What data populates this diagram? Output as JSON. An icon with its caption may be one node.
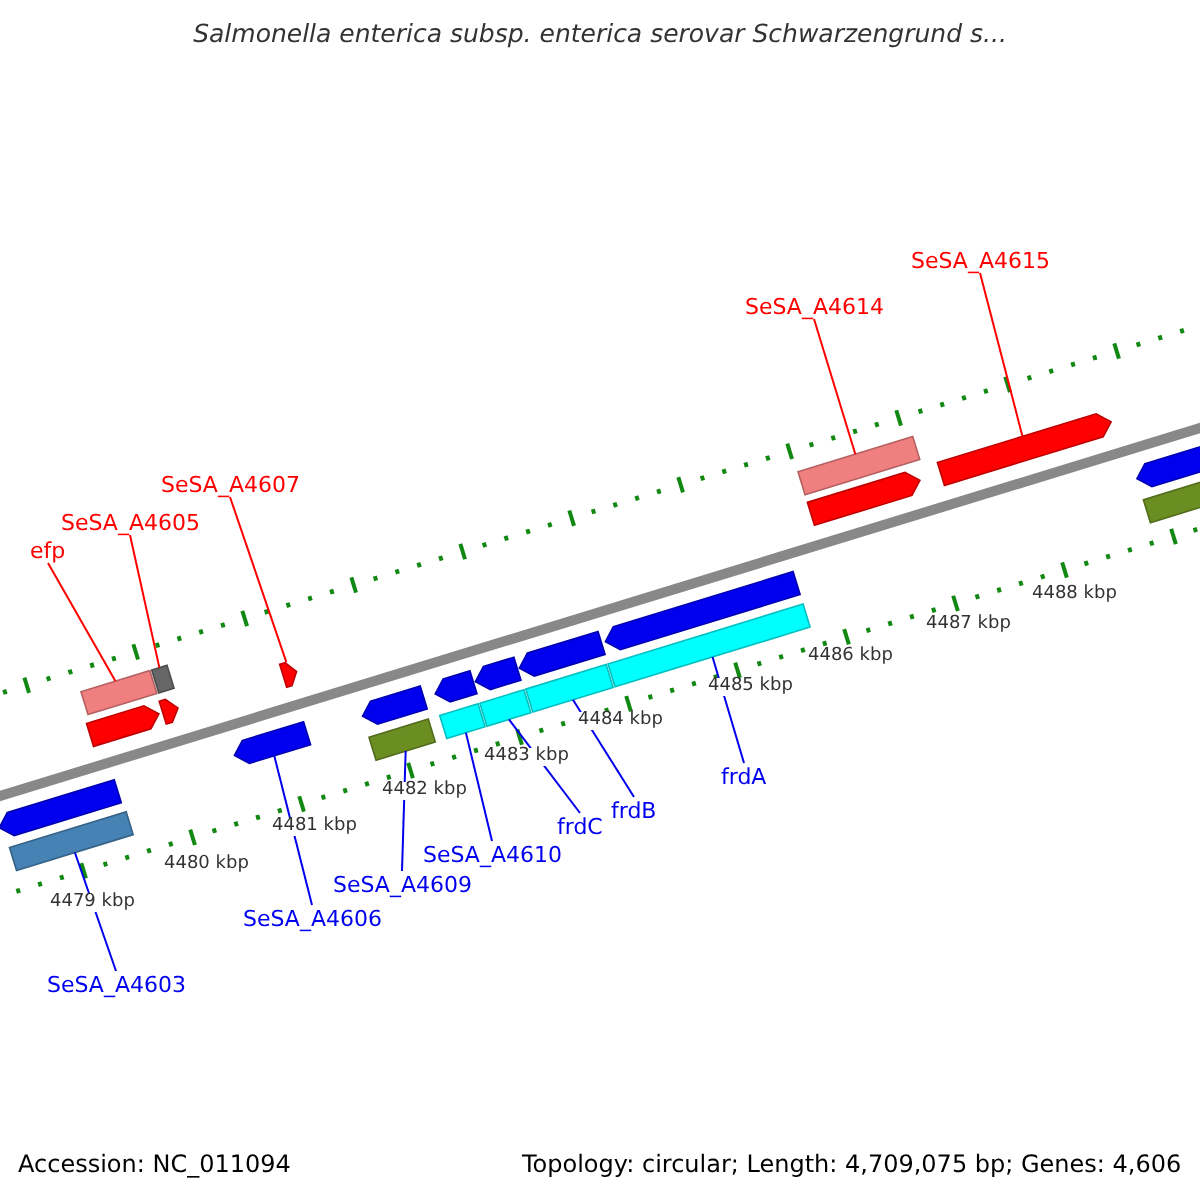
{
  "diagram": {
    "title": "Salmonella enterica subsp. enterica serovar Schwarzengrund s...",
    "nodes": [
      {
        "text": [
          "efp"
        ]
      },
      {
        "text": [
          "SeSA_A4605"
        ]
      },
      {
        "text": [
          "SeSA_A4607"
        ]
      },
      {
        "text": [
          "SeSA_A4614"
        ]
      },
      {
        "text": [
          "SeSA_A4615"
        ]
      },
      {
        "text": [
          "SeSA_A4603"
        ]
      },
      {
        "text": [
          "SeSA_A4606"
        ]
      },
      {
        "text": [
          "SeSA_A4609"
        ]
      },
      {
        "text": [
          "SeSA_A4610"
        ]
      },
      {
        "text": [
          "frdC"
        ]
      },
      {
        "text": [
          "frdB"
        ]
      },
      {
        "text": [
          "frdA"
        ]
      },
      {
        "text": [],
        "shape": "pentagon"
      },
      {
        "text": [],
        "shape": "box"
      },
      {
        "text": [],
        "shape": "box"
      },
      {
        "text": [],
        "shape": "pentagon"
      },
      {
        "text": [],
        "shape": "box"
      },
      {
        "text": [],
        "shape": "pentagon"
      },
      {
        "text": [],
        "shape": "pentagon"
      },
      {
        "text": [],
        "shape": "pentagon"
      },
      {
        "text": [],
        "shape": "pentagon"
      },
      {
        "text": [],
        "shape": "box"
      },
      {
        "text": [],
        "shape": "pentagon"
      },
      {
        "text": [],
        "shape": "box"
      },
      {
        "text": [],
        "shape": "pentagon"
      },
      {
        "text": [],
        "shape": "box"
      },
      {
        "text": [],
        "shape": "pentagon"
      },
      {
        "text": [],
        "shape": "box"
      },
      {
        "text": [],
        "shape": "pentagon"
      },
      {
        "text": [],
        "shape": "box"
      },
      {
        "text": [],
        "shape": "box"
      },
      {
        "text": [],
        "shape": "pentagon"
      },
      {
        "text": [],
        "shape": "pentagon"
      },
      {
        "text": [],
        "shape": "pentagon"
      },
      {
        "text": [],
        "shape": "box"
      }
    ],
    "edges": [
      {
        "from": 0,
        "to": 14,
        "arrow": "none",
        "color": "#ff0000"
      },
      {
        "from": 1,
        "to": 16,
        "arrow": "none",
        "color": "#ff0000"
      },
      {
        "from": 2,
        "to": 19,
        "arrow": "none",
        "color": "#ff0000"
      },
      {
        "from": 3,
        "to": 30,
        "arrow": "none",
        "color": "#ff0000"
      },
      {
        "from": 4,
        "to": 32,
        "arrow": "none",
        "color": "#ff0000"
      },
      {
        "from": 5,
        "to": 13,
        "arrow": "none"
      },
      {
        "from": 6,
        "to": 18,
        "arrow": "none"
      },
      {
        "from": 7,
        "to": 21,
        "arrow": "none"
      },
      {
        "from": 8,
        "to": 23,
        "arrow": "none"
      },
      {
        "from": 9,
        "to": 25,
        "arrow": "none"
      },
      {
        "from": 10,
        "to": 27,
        "arrow": "none"
      },
      {
        "from": 11,
        "to": 29,
        "arrow": "none"
      }
    ],
    "labels": [
      "4488 kbp",
      "4487 kbp",
      "4486 kbp",
      "4485 kbp",
      "4484 kbp",
      "4483 kbp",
      "4482 kbp",
      "4481 kbp",
      "4480 kbp",
      "4479 kbp",
      "Accession: NC_011094",
      "Topology: circular; Length: 4,709,075 bp; Genes: 4,606"
    ]
  }
}
